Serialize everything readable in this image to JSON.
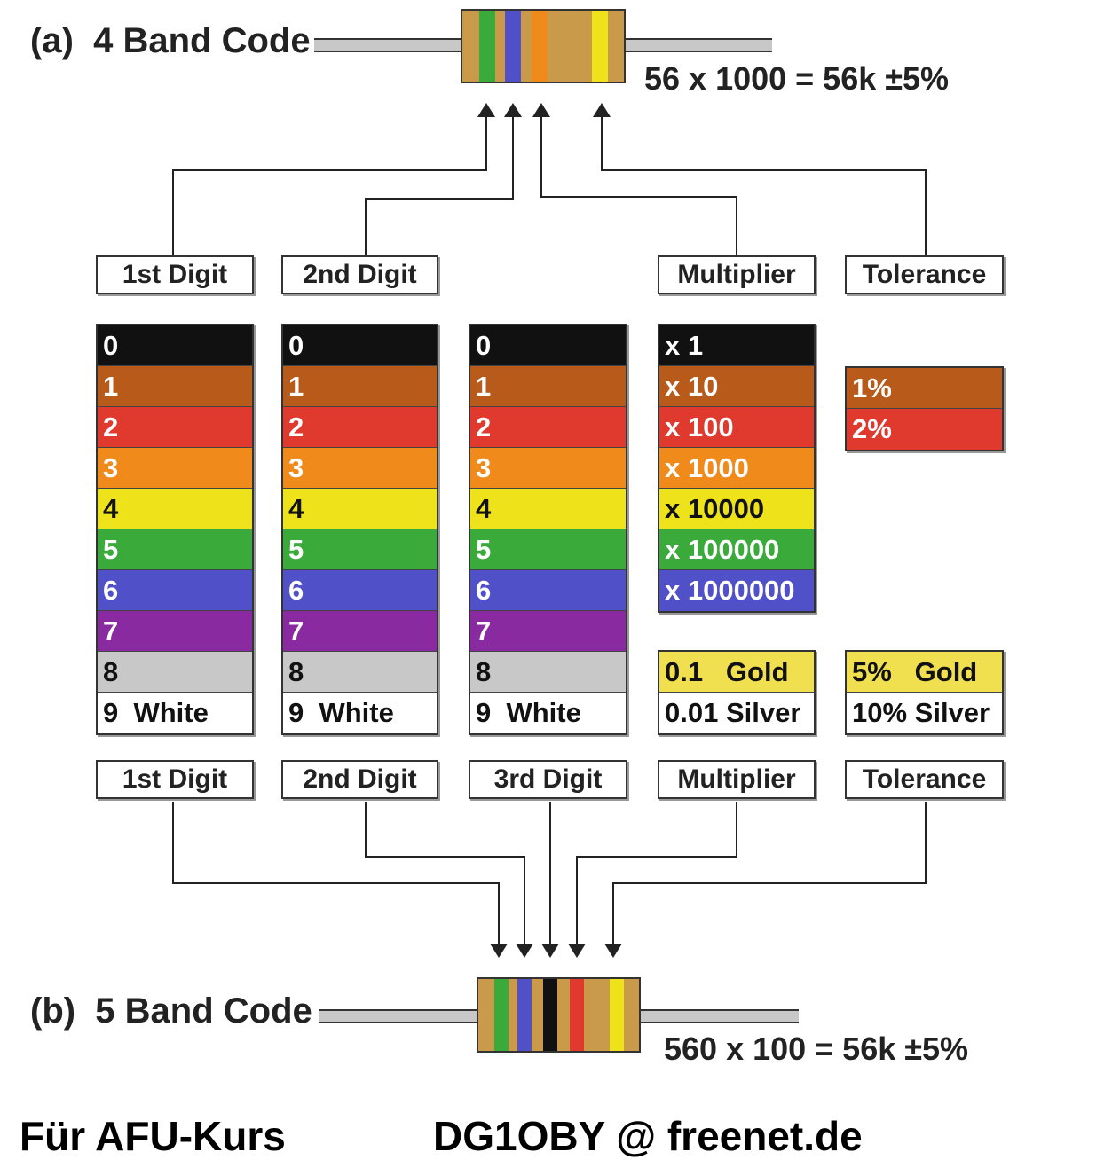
{
  "top": {
    "title": "(a)  4 Band Code",
    "equation": "56 x 1000 = 56k ±5%",
    "bands": [
      "#3aaa3a",
      "#5050c8",
      "#f08a1a",
      "#eee21a"
    ]
  },
  "bottom": {
    "title": "(b)  5 Band Code",
    "equation": "560 x 100 = 56k ±5%",
    "bands": [
      "#3aaa3a",
      "#5050c8",
      "#111111",
      "#e03a2e",
      "#eee21a"
    ]
  },
  "top_labels": [
    "1st Digit",
    "2nd Digit",
    "Multiplier",
    "Tolerance"
  ],
  "bottom_labels": [
    "1st Digit",
    "2nd Digit",
    "3rd Digit",
    "Multiplier",
    "Tolerance"
  ],
  "digits": [
    {
      "text": "0",
      "color": "#111111",
      "fg": "#ffffff"
    },
    {
      "text": "1",
      "color": "#b85a1a",
      "fg": "#ffffff"
    },
    {
      "text": "2",
      "color": "#e03a2e",
      "fg": "#ffffff"
    },
    {
      "text": "3",
      "color": "#f08a1a",
      "fg": "#ffffff"
    },
    {
      "text": "4",
      "color": "#eee21a",
      "fg": "#111111"
    },
    {
      "text": "5",
      "color": "#3aaa3a",
      "fg": "#ffffff"
    },
    {
      "text": "6",
      "color": "#5050c8",
      "fg": "#ffffff"
    },
    {
      "text": "7",
      "color": "#8a2aa0",
      "fg": "#ffffff"
    },
    {
      "text": "8",
      "color": "#c8c8c8",
      "fg": "#111111"
    },
    {
      "text": "9  White",
      "color": "#ffffff",
      "fg": "#111111"
    }
  ],
  "multipliers": [
    {
      "text": "x 1",
      "color": "#111111",
      "fg": "#ffffff"
    },
    {
      "text": "x 10",
      "color": "#b85a1a",
      "fg": "#ffffff"
    },
    {
      "text": "x 100",
      "color": "#e03a2e",
      "fg": "#ffffff"
    },
    {
      "text": "x 1000",
      "color": "#f08a1a",
      "fg": "#ffffff"
    },
    {
      "text": "x 10000",
      "color": "#eee21a",
      "fg": "#111111"
    },
    {
      "text": "x 100000",
      "color": "#3aaa3a",
      "fg": "#ffffff"
    },
    {
      "text": "x 1000000",
      "color": "#5050c8",
      "fg": "#ffffff"
    }
  ],
  "tolerances": [
    {
      "text": "1%",
      "color": "#b85a1a",
      "fg": "#ffffff"
    },
    {
      "text": "2%",
      "color": "#e03a2e",
      "fg": "#ffffff"
    }
  ],
  "mult_metal": [
    {
      "text": "0.1   Gold",
      "color": "#f0e050",
      "fg": "#111111"
    },
    {
      "text": "0.01 Silver",
      "color": "#ffffff",
      "fg": "#111111"
    }
  ],
  "tol_metal": [
    {
      "text": "5%   Gold",
      "color": "#f0e050",
      "fg": "#111111"
    },
    {
      "text": "10% Silver",
      "color": "#ffffff",
      "fg": "#111111"
    }
  ],
  "footer": {
    "left": "Für AFU-Kurs",
    "right": "DG1OBY @ freenet.de"
  }
}
